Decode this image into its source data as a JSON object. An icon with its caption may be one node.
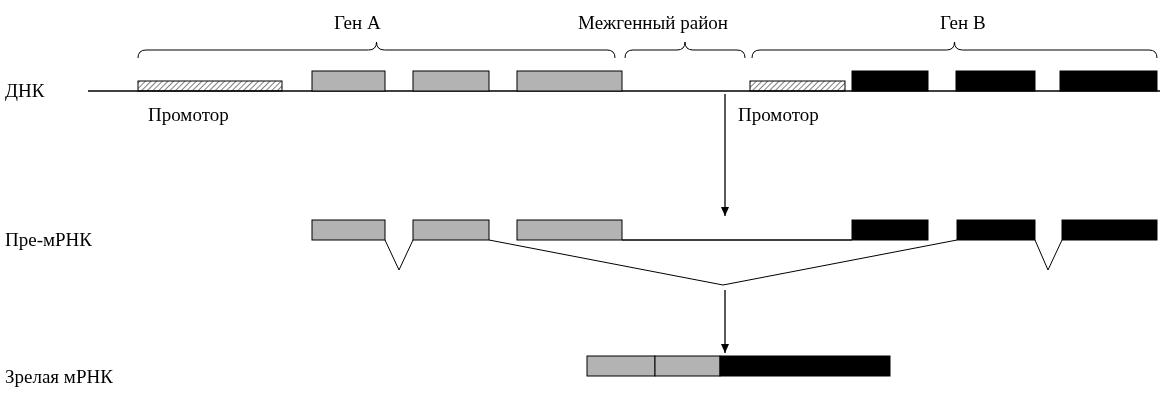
{
  "diagram": {
    "nodes": [
      {
        "text": [],
        "shape": "bar"
      },
      {
        "text": [],
        "shape": "bar"
      },
      {
        "text": [],
        "shape": "bar"
      }
    ],
    "edges": [
      {
        "from": 0,
        "to": 1,
        "arrow": "to"
      },
      {
        "from": 1,
        "to": 2,
        "arrow": "to"
      }
    ],
    "labels": [
      "Ген A",
      "Межгенный район",
      "Ген B",
      "ДНК",
      "Промотор",
      "Промотор",
      "Пре-мРНК",
      "Зрелая мРНК"
    ]
  }
}
